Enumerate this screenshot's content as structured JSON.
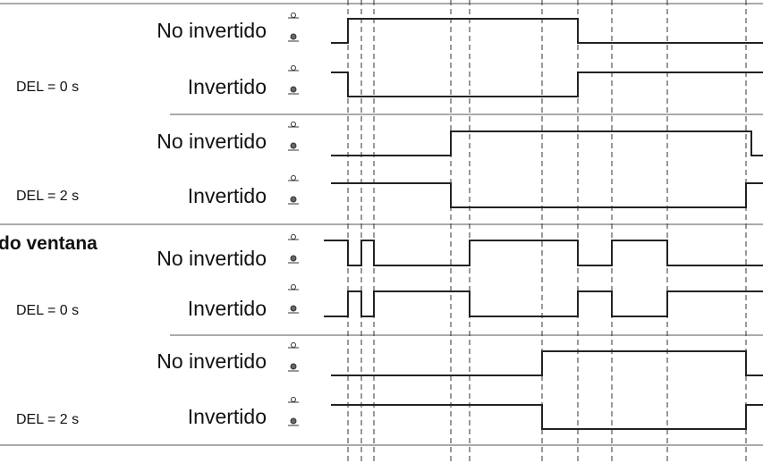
{
  "mode_label": "do ventana",
  "rows": [
    {
      "label": "No invertido"
    },
    {
      "label": "Invertido"
    },
    {
      "label": "No invertido"
    },
    {
      "label": "Invertido"
    },
    {
      "label": "No invertido"
    },
    {
      "label": "Invertido"
    },
    {
      "label": "No invertido"
    },
    {
      "label": "Invertido"
    }
  ],
  "del_labels": [
    "DEL = 0 s",
    "DEL = 2 s",
    "DEL = 0 s",
    "DEL = 2 s"
  ],
  "icons": [
    "contact-switch-icon"
  ],
  "colors": {
    "line": "#222222",
    "dashed": "#333333",
    "separator": "#555555"
  }
}
